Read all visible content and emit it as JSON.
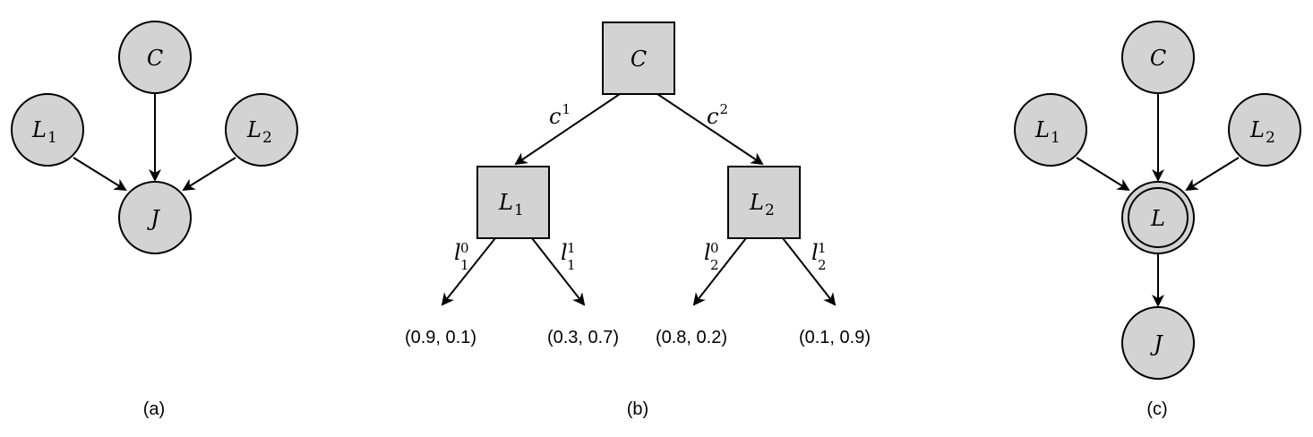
{
  "panel_a": {
    "caption": "(a)",
    "nodes": {
      "C": "C",
      "L1_base": "L",
      "L1_sub": "1",
      "L2_base": "L",
      "L2_sub": "2",
      "J": "J"
    }
  },
  "panel_b": {
    "caption": "(b)",
    "nodes": {
      "C": "C",
      "L1_base": "L",
      "L1_sub": "1",
      "L2_base": "L",
      "L2_sub": "2"
    },
    "edge_labels": {
      "c1_base": "c",
      "c1_sup": "1",
      "c2_base": "c",
      "c2_sup": "2",
      "l1_0_base": "l",
      "l1_0_sup": "0",
      "l1_0_sub": "1",
      "l1_1_base": "l",
      "l1_1_sup": "1",
      "l1_1_sub": "1",
      "l2_0_base": "l",
      "l2_0_sup": "0",
      "l2_0_sub": "2",
      "l2_1_base": "l",
      "l2_1_sup": "1",
      "l2_1_sub": "2"
    },
    "leaves": [
      "(0.9, 0.1)",
      "(0.3, 0.7)",
      "(0.8, 0.2)",
      "(0.1, 0.9)"
    ]
  },
  "panel_c": {
    "caption": "(c)",
    "nodes": {
      "C": "C",
      "L1_base": "L",
      "L1_sub": "1",
      "L2_base": "L",
      "L2_sub": "2",
      "L": "L",
      "J": "J"
    }
  },
  "colors": {
    "node_fill": "#d3d3d3",
    "stroke": "#000000"
  }
}
